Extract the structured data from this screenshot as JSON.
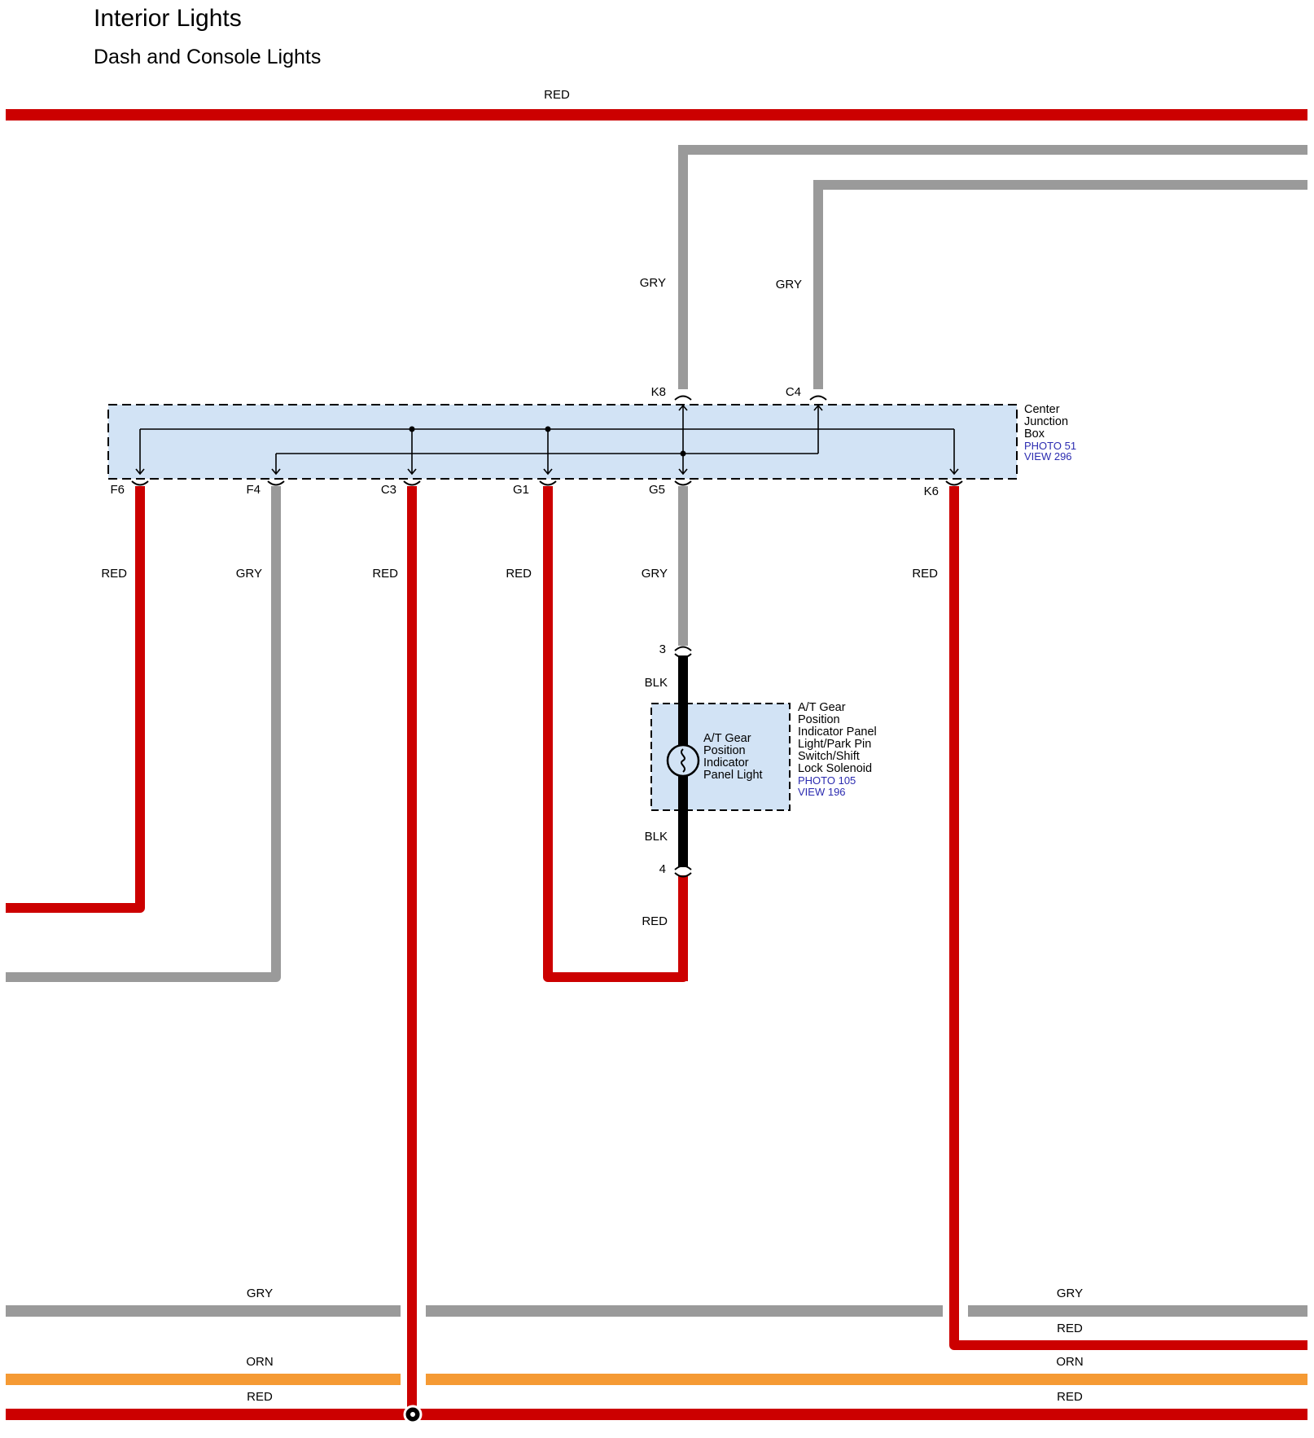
{
  "header": {
    "title": "Interior Lights",
    "subtitle": "Dash and Console Lights"
  },
  "colors": {
    "RED": "#cc0000",
    "GRY": "#9a9a9a",
    "ORN": "#f59a34",
    "BLK": "#000000",
    "box_fill": "#d2e3f5",
    "ref_text": "#2b2bb0"
  },
  "wires": {
    "top_red": "RED",
    "k8_upper": "GRY",
    "c4_upper": "GRY",
    "f6": "RED",
    "f4": "GRY",
    "c3": "RED",
    "g1": "RED",
    "g5": "GRY",
    "k6": "RED",
    "blk_upper": "BLK",
    "blk_lower": "BLK",
    "pin4_red": "RED",
    "bottom_gry_left": "GRY",
    "bottom_gry_right": "GRY",
    "bottom_red_right": "RED",
    "bottom_orn_left": "ORN",
    "bottom_orn_right": "ORN",
    "bottom_red_left": "RED",
    "bottom_red_right2": "RED"
  },
  "pins": {
    "k8": "K8",
    "c4": "C4",
    "f6": "F6",
    "f4": "F4",
    "c3": "C3",
    "g1": "G1",
    "g5": "G5",
    "k6": "K6",
    "p3": "3",
    "p4": "4"
  },
  "center_junction_box": {
    "name_lines": [
      "Center",
      "Junction",
      "Box"
    ],
    "photo": "PHOTO 51",
    "view": "VIEW 296"
  },
  "gear_indicator": {
    "inner_lines": [
      "A/T Gear",
      "Position",
      "Indicator",
      "Panel  Light"
    ],
    "name_lines": [
      "A/T Gear",
      "Position",
      "Indicator Panel",
      "Light/Park Pin",
      "Switch/Shift",
      "Lock Solenoid"
    ],
    "photo": "PHOTO 105",
    "view": "VIEW 196"
  }
}
